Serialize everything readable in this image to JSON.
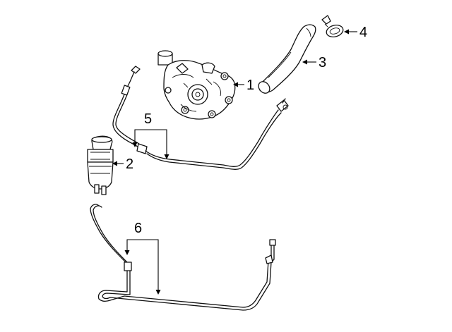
{
  "callouts": [
    {
      "number": "1",
      "part": "pump"
    },
    {
      "number": "2",
      "part": "reservoir"
    },
    {
      "number": "3",
      "part": "hose"
    },
    {
      "number": "4",
      "part": "clamp"
    },
    {
      "number": "5",
      "part": "pressure-line"
    },
    {
      "number": "6",
      "part": "return-line"
    }
  ],
  "colors": {
    "line": "#111111",
    "background": "#ffffff"
  }
}
